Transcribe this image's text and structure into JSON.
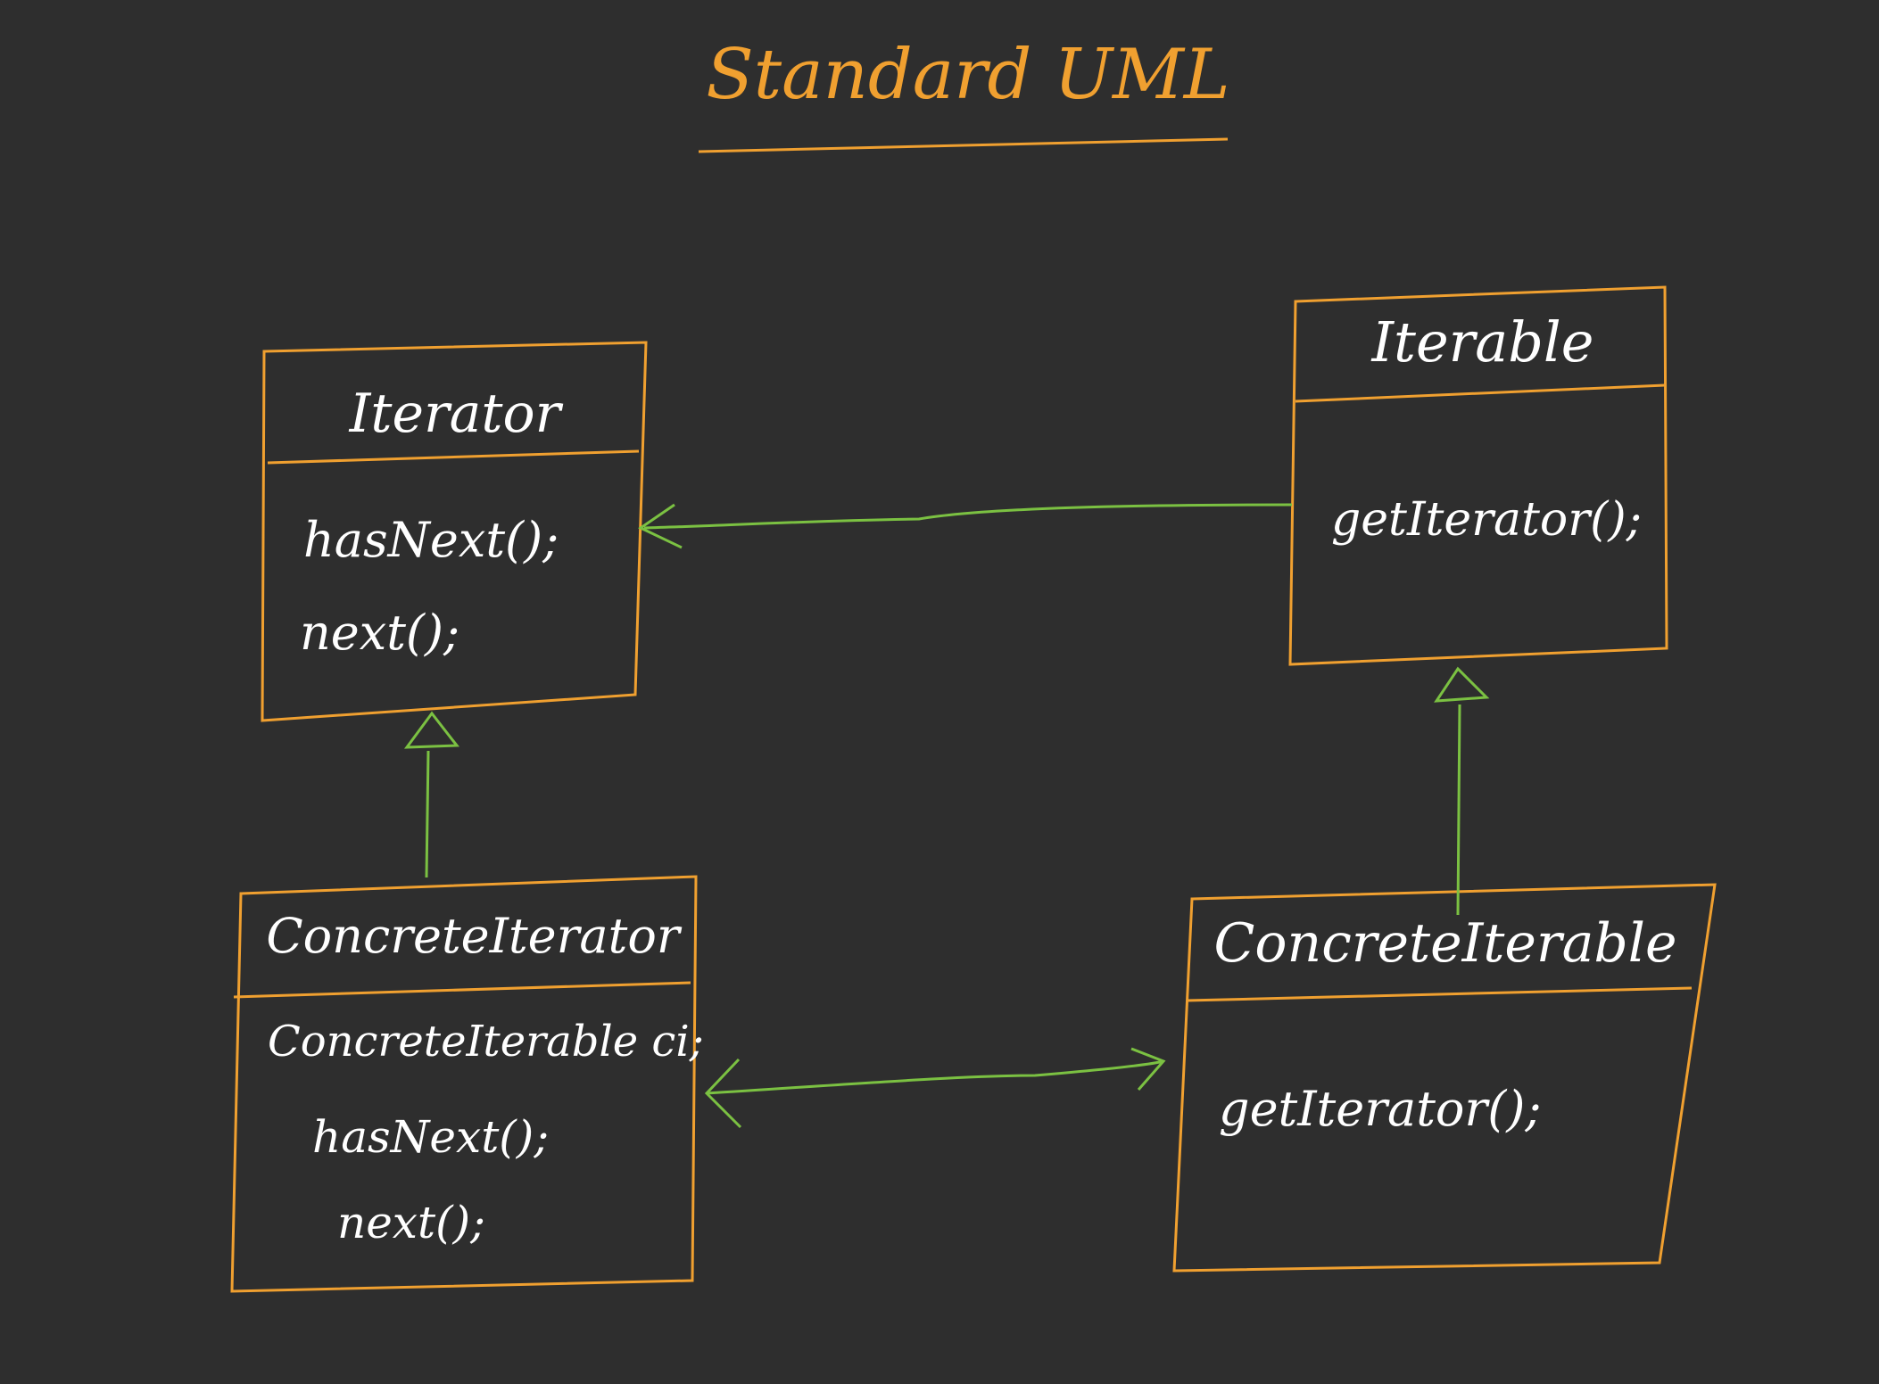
{
  "title": "Standard UML",
  "colors": {
    "background": "#2e2e2e",
    "box_stroke": "#f0a030",
    "title": "#f0a030",
    "text": "#ffffff",
    "connector": "#7bc142"
  },
  "classes": {
    "iterator": {
      "name": "Iterator",
      "members": [
        "hasNext();",
        "next();"
      ]
    },
    "iterable": {
      "name": "Iterable",
      "members": [
        "getIterator();"
      ]
    },
    "concrete_iterator": {
      "name": "ConcreteIterator",
      "members": [
        "ConcreteIterable ci;",
        "hasNext();",
        "next();"
      ]
    },
    "concrete_iterable": {
      "name": "ConcreteIterable",
      "members": [
        "getIterator();"
      ]
    }
  },
  "relationships": [
    {
      "from": "iterable",
      "to": "iterator",
      "kind": "association"
    },
    {
      "from": "concrete_iterator",
      "to": "iterator",
      "kind": "realization"
    },
    {
      "from": "concrete_iterable",
      "to": "iterable",
      "kind": "realization"
    },
    {
      "from": "concrete_iterator",
      "to": "concrete_iterable",
      "kind": "bidirectional-association"
    }
  ]
}
